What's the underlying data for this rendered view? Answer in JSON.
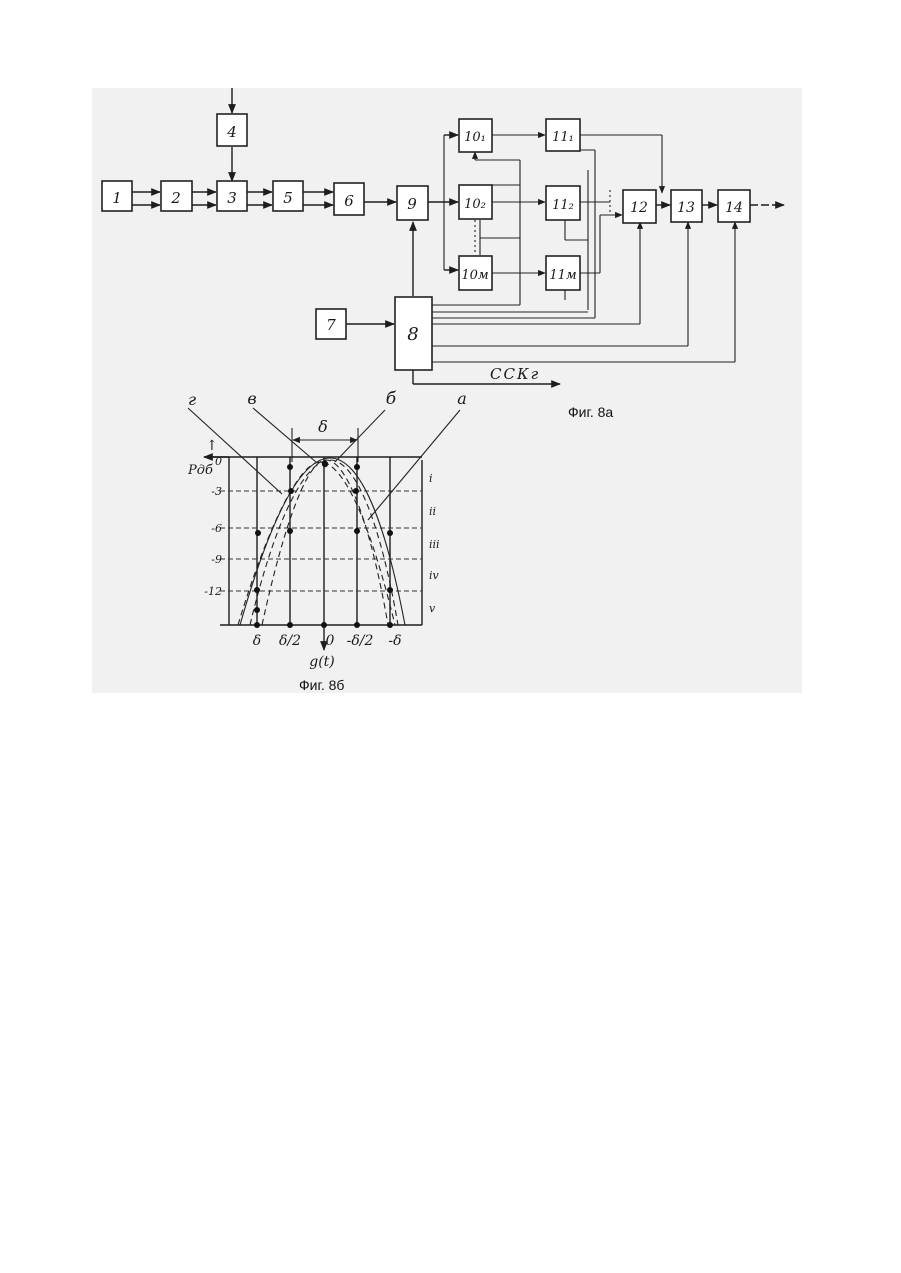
{
  "fig_a": {
    "caption": "Фиг. 8а",
    "blocks": {
      "b1": "1",
      "b2": "2",
      "b3": "3",
      "b4": "4",
      "b5": "5",
      "b6": "6",
      "b7": "7",
      "b8": "8",
      "b9": "9",
      "b10_1": "10₁",
      "b10_2": "10₂",
      "b10_m": "10м",
      "b11_1": "11₁",
      "b11_2": "11₂",
      "b11_m": "11м",
      "b12": "12",
      "b13": "13",
      "b14": "14"
    },
    "output_label": "ССКг"
  },
  "fig_b": {
    "caption": "Фиг. 8б",
    "curve_labels": {
      "a": "а",
      "b": "б",
      "v": "в",
      "g": "г"
    },
    "delta_label": "δ",
    "y_axis_label": "Pдб",
    "y_arrow_label": "↑",
    "y_ticks": [
      "0",
      "-3",
      "-6",
      "-9",
      "-12"
    ],
    "right_ticks": [
      "i",
      "ii",
      "iii",
      "iv",
      "v"
    ],
    "x_ticks": [
      "δ",
      "δ/2",
      "0",
      "-δ/2",
      "-δ"
    ],
    "x_axis_label": "g(t)"
  }
}
